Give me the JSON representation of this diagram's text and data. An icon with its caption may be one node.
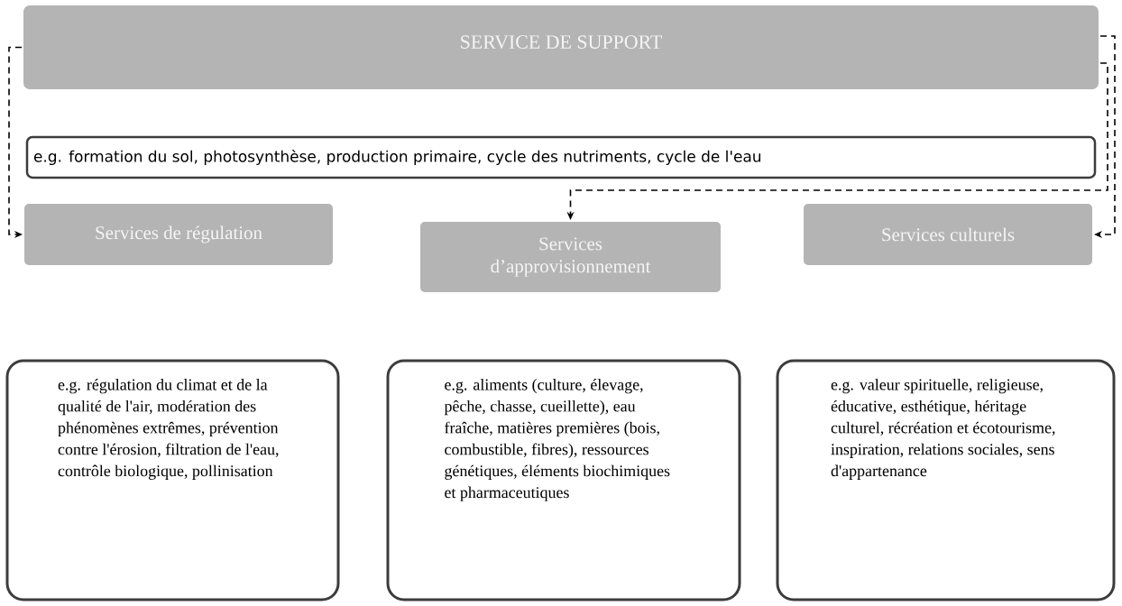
{
  "diagram": {
    "nodes": [
      {
        "text": [
          "SERVICE DE SUPPORT"
        ]
      },
      {
        "text": [
          "e.g. formation du sol, photosynthèse, production primaire, cycle des nutriments, cycle de l'eau"
        ]
      },
      {
        "text": [
          "Services de régulation"
        ]
      },
      {
        "text": [
          "Services d’approvisionnement"
        ]
      },
      {
        "text": [
          "Services culturels"
        ]
      },
      {
        "text": [
          "e.g. régulation du climat et de la qualité de l'air, modération des phénomènes extrêmes, prévention contre l'érosion, filtration de l'eau, contrôle biologique, pollinisation"
        ]
      },
      {
        "text": [
          "e.g. aliments (culture, élevage, pêche, chasse, cueillette), eau fraîche, matières premières (bois, combustible, fibres), ressources génétiques, éléments biochimiques et pharmaceutiques"
        ]
      },
      {
        "text": [
          "e.g. valeur spirituelle, religieuse, éducative, esthétique, héritage culturel, récréation et écotourisme, inspiration, relations sociales, sens d'appartenance"
        ]
      }
    ],
    "edges": [
      {
        "from": 0,
        "to": 2,
        "arrow": "to",
        "style": "dashed"
      },
      {
        "from": 0,
        "to": 3,
        "arrow": "to",
        "style": "dashed"
      },
      {
        "from": 0,
        "to": 4,
        "arrow": "to",
        "style": "dashed"
      }
    ]
  }
}
